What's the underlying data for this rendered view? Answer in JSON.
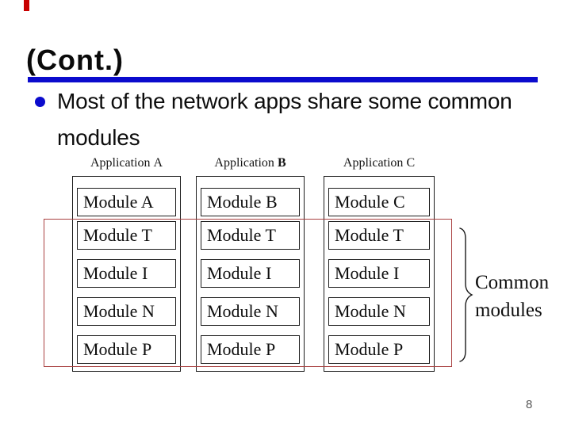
{
  "slide": {
    "title": "(Cont.)",
    "bullet": {
      "line1": "Most of the network apps share some common",
      "line2": "modules"
    },
    "apps": [
      {
        "header_prefix": "Application",
        "header_letter": "A",
        "letter_class": "ltr",
        "modules": [
          "Module A",
          "Module T",
          "Module I",
          "Module N",
          "Module P"
        ]
      },
      {
        "header_prefix": "Application",
        "header_letter": "B",
        "letter_class": "ltr hdr-bold",
        "modules": [
          "Module B",
          "Module T",
          "Module I",
          "Module N",
          "Module P"
        ]
      },
      {
        "header_prefix": "Application",
        "header_letter": "C",
        "letter_class": "ltr",
        "modules": [
          "Module C",
          "Module T",
          "Module I",
          "Module N",
          "Module P"
        ]
      }
    ],
    "annotation": {
      "line1": "Common",
      "line2": "modules"
    },
    "page_number": "8",
    "colors": {
      "accent_blue": "#0b0bcd",
      "highlight_red": "#a94040",
      "text_black": "#111111",
      "page_number_gray": "#585858",
      "corner_mark_red": "#c80000"
    }
  }
}
